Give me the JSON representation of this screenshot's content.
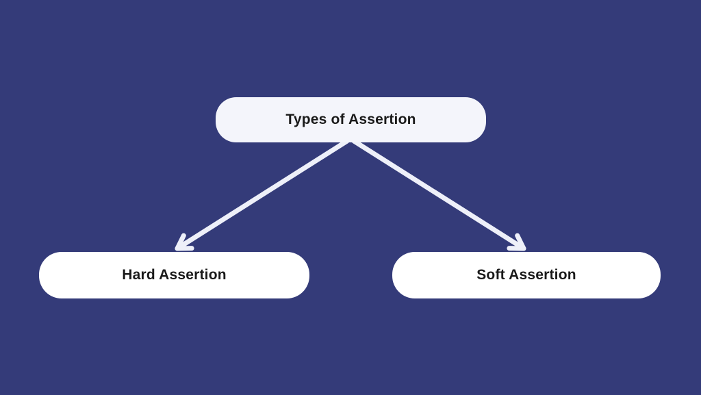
{
  "page": {
    "background_color": "#343b79"
  },
  "diagram": {
    "root": {
      "label": "Types of Assertion",
      "fill": "#f4f5fb"
    },
    "children": [
      {
        "label": "Hard Assertion",
        "fill": "#ffffff"
      },
      {
        "label": "Soft Assertion",
        "fill": "#ffffff"
      }
    ],
    "connector_color": "#eef0f9",
    "text_color": "#1a1a1a"
  }
}
